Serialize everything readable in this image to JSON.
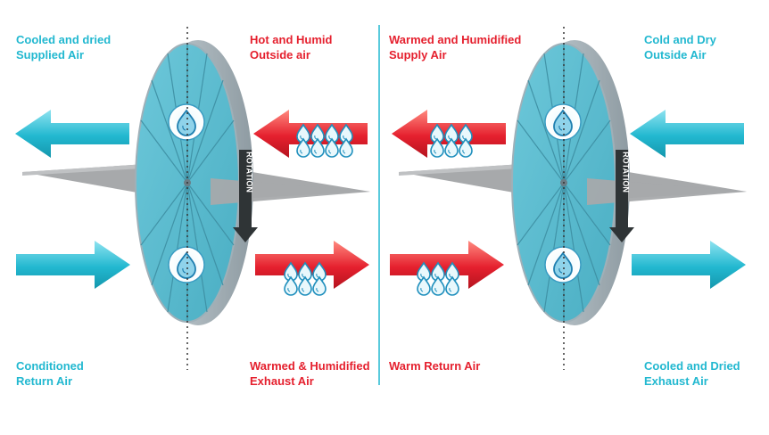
{
  "colors": {
    "cool": "#22b8d0",
    "warm": "#e5202e",
    "wheel_face": "#5cbdd1",
    "wheel_rim": "#a9b6bd",
    "plate": "#a7a9ab",
    "divider": "#22b8d0"
  },
  "panels": [
    {
      "name": "summer",
      "top_left": {
        "line1": "Cooled and dried",
        "line2": "Supplied Air",
        "color": "teal"
      },
      "top_right": {
        "line1": "Hot and Humid",
        "line2": "Outside air",
        "color": "red"
      },
      "bottom_left": {
        "line1": "Conditioned",
        "line2": "Return Air",
        "color": "teal"
      },
      "bottom_right": {
        "line1": "Warmed & Humidified",
        "line2": "Exhaust Air",
        "color": "red"
      },
      "rotation_label": "ROTATION"
    },
    {
      "name": "winter",
      "top_left": {
        "line1": "Warmed and Humidified",
        "line2": "Supply Air",
        "color": "red"
      },
      "top_right": {
        "line1": "Cold and Dry",
        "line2": "Outside Air",
        "color": "teal"
      },
      "bottom_left": {
        "line1": "Warm Return Air",
        "line2": "",
        "color": "red"
      },
      "bottom_right": {
        "line1": "Cooled and Dried",
        "line2": "Exhaust Air",
        "color": "teal"
      },
      "rotation_label": "ROTATION"
    }
  ]
}
